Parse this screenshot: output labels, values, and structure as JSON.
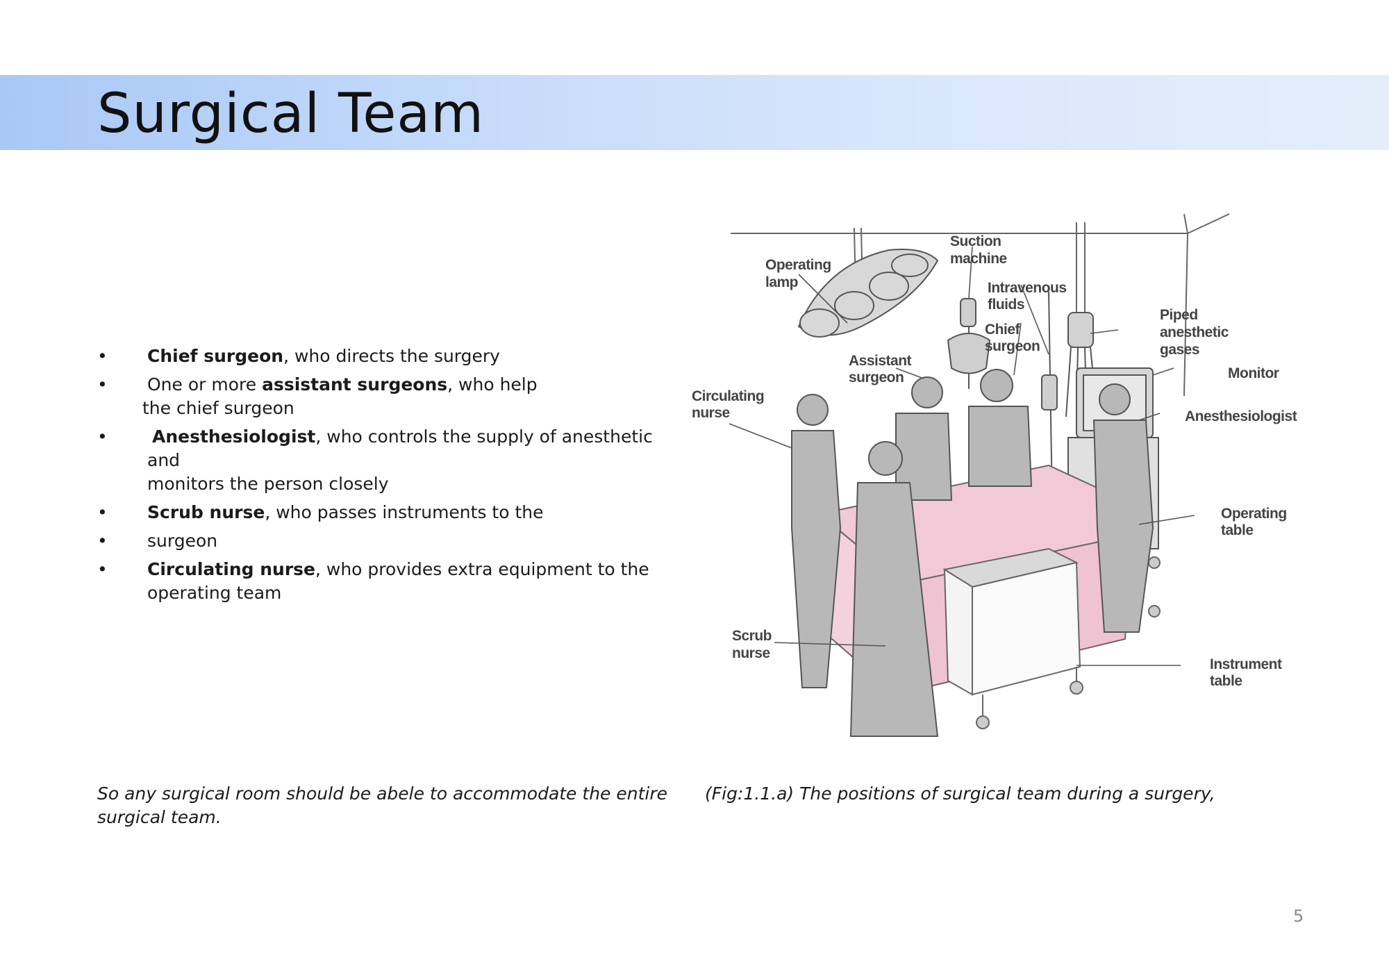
{
  "slide": {
    "title": "Surgical Team",
    "page_number": "5"
  },
  "bullets": [
    {
      "bold": "Chief surgeon",
      "rest": ", who directs the surgery",
      "cont": ""
    },
    {
      "bold": "",
      "pre": "One or more ",
      "bold2": "assistant surgeons",
      "rest": ", who help",
      "cont": "the chief surgeon"
    },
    {
      "bold": "Anesthesiologist",
      "rest": ", who controls the supply of anesthetic and",
      "cont": "monitors the person closely"
    },
    {
      "bold": "Scrub nurse",
      "rest": ", who passes instruments to the",
      "cont": ""
    },
    {
      "bold": "",
      "rest": "surgeon",
      "cont": ""
    },
    {
      "bold": "Circulating nurse",
      "rest": ", who provides extra equipment to the",
      "cont": "operating team"
    }
  ],
  "note": {
    "line1": "So any surgical room should be abele to accommodate the entire",
    "line2": "surgical team."
  },
  "figure": {
    "caption": "(Fig:1.1.a) The positions of  surgical team  during a surgery,",
    "labels": {
      "operating_lamp_1": "Operating",
      "operating_lamp_2": "lamp",
      "suction_1": "Suction",
      "suction_2": "machine",
      "iv_1": "Intravenous",
      "iv_2": "fluids",
      "chief_1": "Chief",
      "chief_2": "surgeon",
      "piped_1": "Piped",
      "piped_2": "anesthetic",
      "piped_3": "gases",
      "assistant_1": "Assistant",
      "assistant_2": "surgeon",
      "monitor": "Monitor",
      "circulating_1": "Circulating",
      "circulating_2": "nurse",
      "anesthesiologist": "Anesthesiologist",
      "op_table_1": "Operating",
      "op_table_2": "table",
      "scrub_1": "Scrub",
      "scrub_2": "nurse",
      "instrument_1": "Instrument",
      "instrument_2": "table"
    }
  }
}
